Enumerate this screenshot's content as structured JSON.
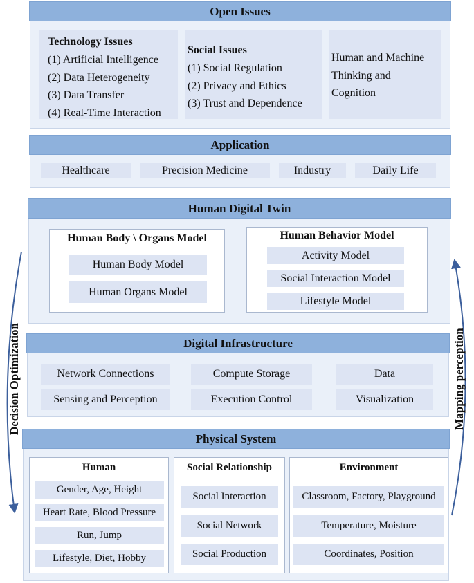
{
  "open_issues": {
    "title": "Open Issues",
    "technology": {
      "title": "Technology Issues",
      "items": [
        "(1) Artificial Intelligence",
        "(2) Data Heterogeneity",
        "(3) Data Transfer",
        "(4) Real-Time Interaction"
      ]
    },
    "social": {
      "title": "Social Issues",
      "items": [
        "(1) Social Regulation",
        "(2) Privacy and Ethics",
        "(3) Trust and Dependence"
      ]
    },
    "human_machine": [
      "Human and Machine",
      "Thinking and",
      "Cognition"
    ]
  },
  "application": {
    "title": "Application",
    "items": [
      "Healthcare",
      "Precision Medicine",
      "Industry",
      "Daily Life"
    ]
  },
  "human_digital_twin": {
    "title": "Human Digital Twin",
    "body_organs": {
      "title": "Human Body \\ Organs Model",
      "items": [
        "Human Body Model",
        "Human Organs Model"
      ]
    },
    "behavior": {
      "title": "Human Behavior Model",
      "items": [
        "Activity Model",
        "Social Interaction Model",
        "Lifestyle Model"
      ]
    }
  },
  "digital_infrastructure": {
    "title": "Digital Infrastructure",
    "items": [
      "Network Connections",
      "Compute Storage",
      "Data",
      "Sensing and Perception",
      "Execution Control",
      "Visualization"
    ]
  },
  "physical_system": {
    "title": "Physical System",
    "human": {
      "title": "Human",
      "items": [
        "Gender, Age, Height",
        "Heart Rate, Blood Pressure",
        "Run, Jump",
        "Lifestyle, Diet, Hobby"
      ]
    },
    "social_relationship": {
      "title": "Social Relationship",
      "items": [
        "Social Interaction",
        "Social Network",
        "Social Production"
      ]
    },
    "environment": {
      "title": "Environment",
      "items": [
        "Classroom, Factory, Playground",
        "Temperature, Moisture",
        "Coordinates, Position"
      ]
    }
  },
  "side_labels": {
    "left": "Decision Optimization",
    "right": "Mapping perception"
  },
  "colors": {
    "header_bar": "#8eb1dc",
    "layer_bg": "#eaf0f9",
    "box_bg": "#dde4f3",
    "arrow": "#3c5f9c"
  }
}
